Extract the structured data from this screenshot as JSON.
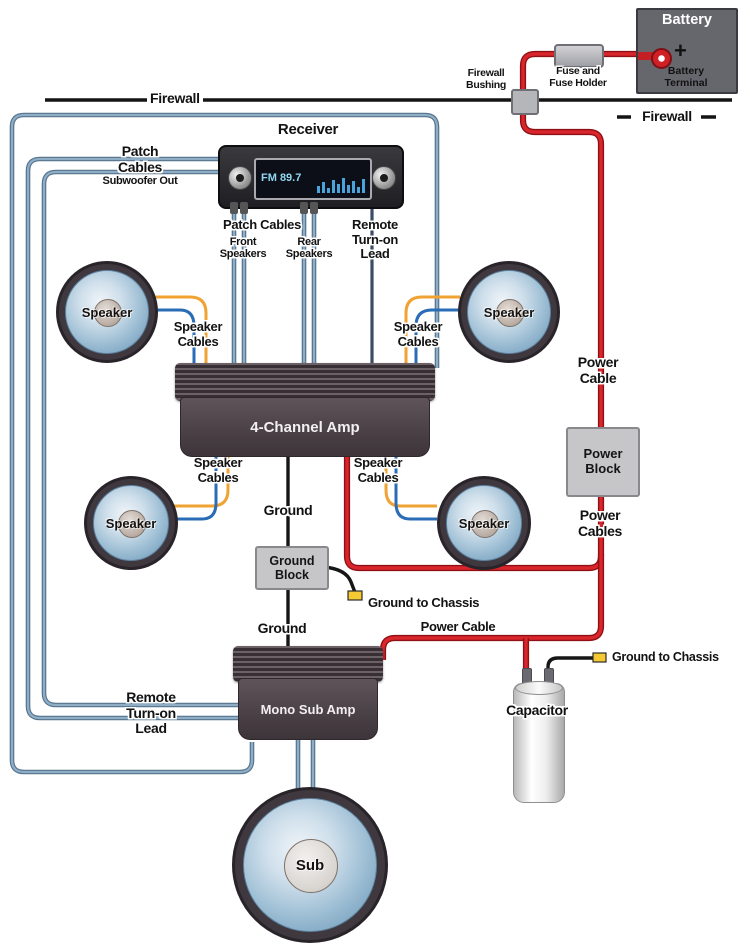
{
  "colors": {
    "wire_signal": "#7f9db9",
    "wire_power": "#d8262c",
    "wire_ground": "#161616",
    "wire_speaker_pos": "#f0a332",
    "wire_speaker_neg": "#2a6db6",
    "ground_tip": "#f5c931"
  },
  "battery": {
    "title": "Battery",
    "plus": "+",
    "terminal_line1": "Battery",
    "terminal_line2": "Terminal"
  },
  "fuse_holder": {
    "line1": "Fuse and",
    "line2": "Fuse Holder"
  },
  "firewall": {
    "left": "Firewall",
    "right": "Firewall",
    "bushing_line1": "Firewall",
    "bushing_line2": "Bushing"
  },
  "receiver": {
    "title": "Receiver",
    "display": "FM 89.7"
  },
  "left_patch": {
    "line1": "Patch",
    "line2": "Cables",
    "line3": "Subwoofer Out"
  },
  "bottom_outputs": {
    "patch": "Patch Cables",
    "front1": "Front",
    "front2": "Speakers",
    "rear1": "Rear",
    "rear2": "Speakers"
  },
  "remote_lead": {
    "line1": "Remote",
    "line2": "Turn-on",
    "line3": "Lead"
  },
  "speakers": {
    "label": "Speaker",
    "sub_label": "Sub"
  },
  "speaker_cables": {
    "line1": "Speaker",
    "line2": "Cables"
  },
  "amps": {
    "four_channel": "4-Channel Amp",
    "mono_sub": "Mono Sub Amp"
  },
  "power": {
    "cable1": "Power",
    "cable2": "Cable",
    "block1": "Power",
    "block2": "Block",
    "cables1": "Power",
    "cables2": "Cables",
    "bottom_cable": "Power Cable"
  },
  "ground": {
    "top": "Ground",
    "bottom": "Ground",
    "block1": "Ground",
    "block2": "Block",
    "chassis_mid": "Ground to Chassis",
    "chassis_right": "Ground to Chassis"
  },
  "capacitor": {
    "label": "Capacitor"
  }
}
